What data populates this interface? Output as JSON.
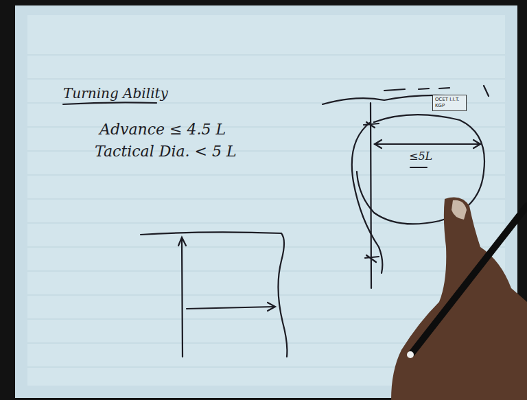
{
  "diagram": {
    "title": "Turning Ability",
    "nodes": [
      {
        "text": [
          "OCET I.I.T. KGP"
        ]
      }
    ],
    "labels": [
      "Advance ≤ 4.5 L",
      "Tactical Dia. < 5 L",
      "≤5L"
    ]
  }
}
